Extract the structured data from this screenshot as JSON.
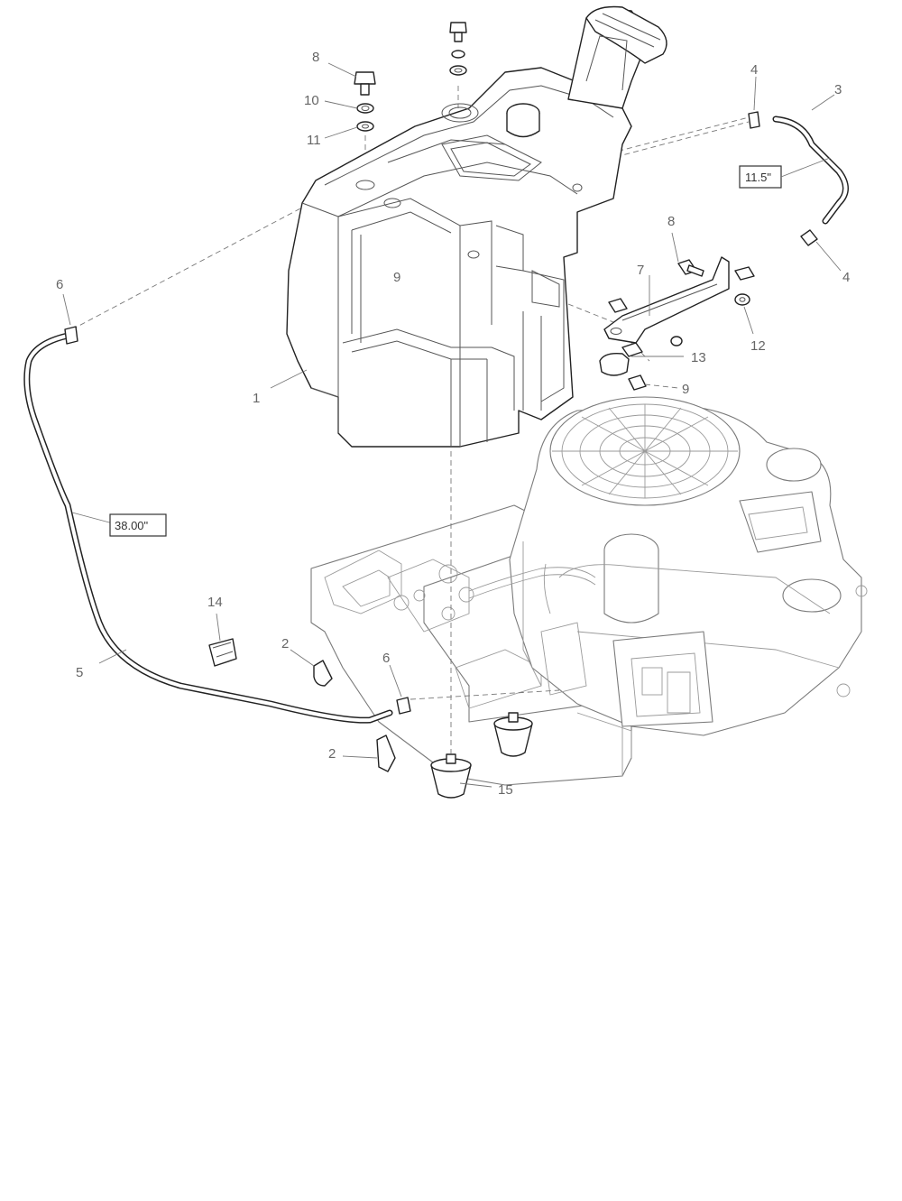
{
  "callouts": {
    "c1": "1",
    "c2a": "2",
    "c2b": "2",
    "c3": "3",
    "c4a": "4",
    "c4b": "4",
    "c5": "5",
    "c6a": "6",
    "c6b": "6",
    "c7": "7",
    "c8a": "8",
    "c8b": "8",
    "c9a": "9",
    "c9b": "9",
    "c10": "10",
    "c11": "11",
    "c12": "12",
    "c13": "13",
    "c14": "14",
    "c15": "15"
  },
  "dimensions": {
    "vent_hose_length": "11.5\"",
    "fuel_hose_length": "38.00\""
  }
}
